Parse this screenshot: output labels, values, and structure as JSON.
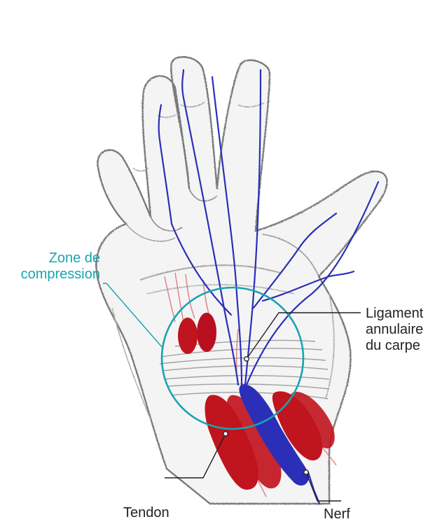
{
  "labels": {
    "zone": "Zone de\ncompression",
    "ligament": "Ligament\nannulaire\ndu carpe",
    "tendon": "Tendon",
    "nerf": "Nerf"
  },
  "colors": {
    "zone_accent": "#1aa3b3",
    "nerve": "#2b2fb8",
    "tendon": "#c0141e",
    "sketch": "#7a7a7a",
    "leader": "#222222"
  }
}
